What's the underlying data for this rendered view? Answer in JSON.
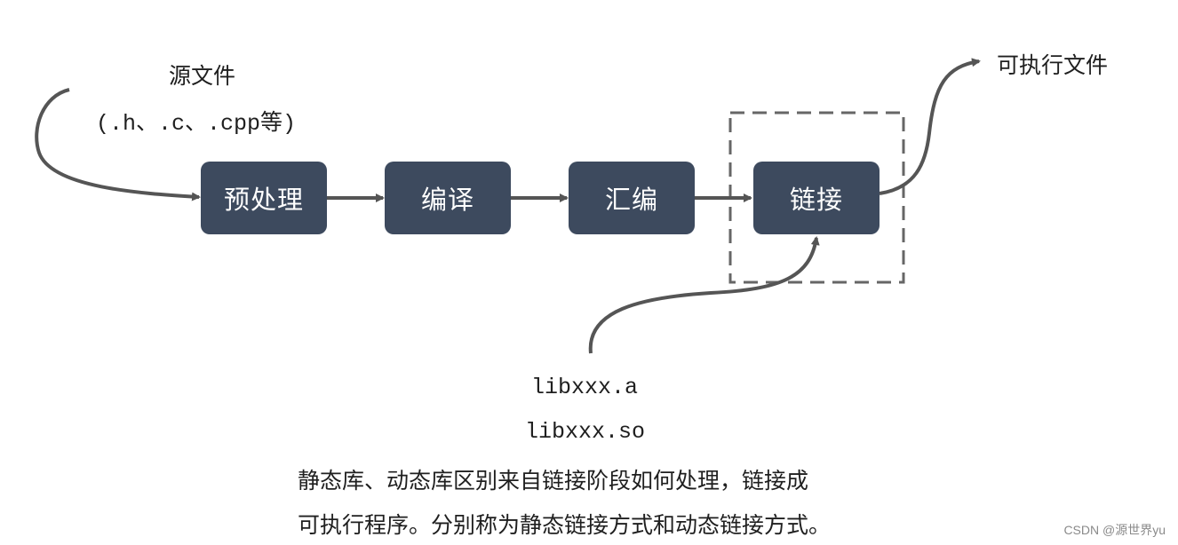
{
  "source": {
    "title": "源文件",
    "extensions": "(.h、.c、.cpp等)"
  },
  "stages": [
    {
      "label": "预处理"
    },
    {
      "label": "编译"
    },
    {
      "label": "汇编"
    },
    {
      "label": "链接"
    }
  ],
  "output": {
    "label": "可执行文件"
  },
  "libraries": {
    "static": "libxxx.a",
    "shared": "libxxx.so"
  },
  "description": {
    "line1": "静态库、动态库区别来自链接阶段如何处理，链接成",
    "line2": "可执行程序。分别称为静态链接方式和动态链接方式。"
  },
  "watermark": "CSDN @源世界yu",
  "colors": {
    "stage_fill": "#3d4a5e",
    "stage_text": "#ffffff",
    "arrow": "#555555",
    "dashed_frame": "#666666"
  }
}
